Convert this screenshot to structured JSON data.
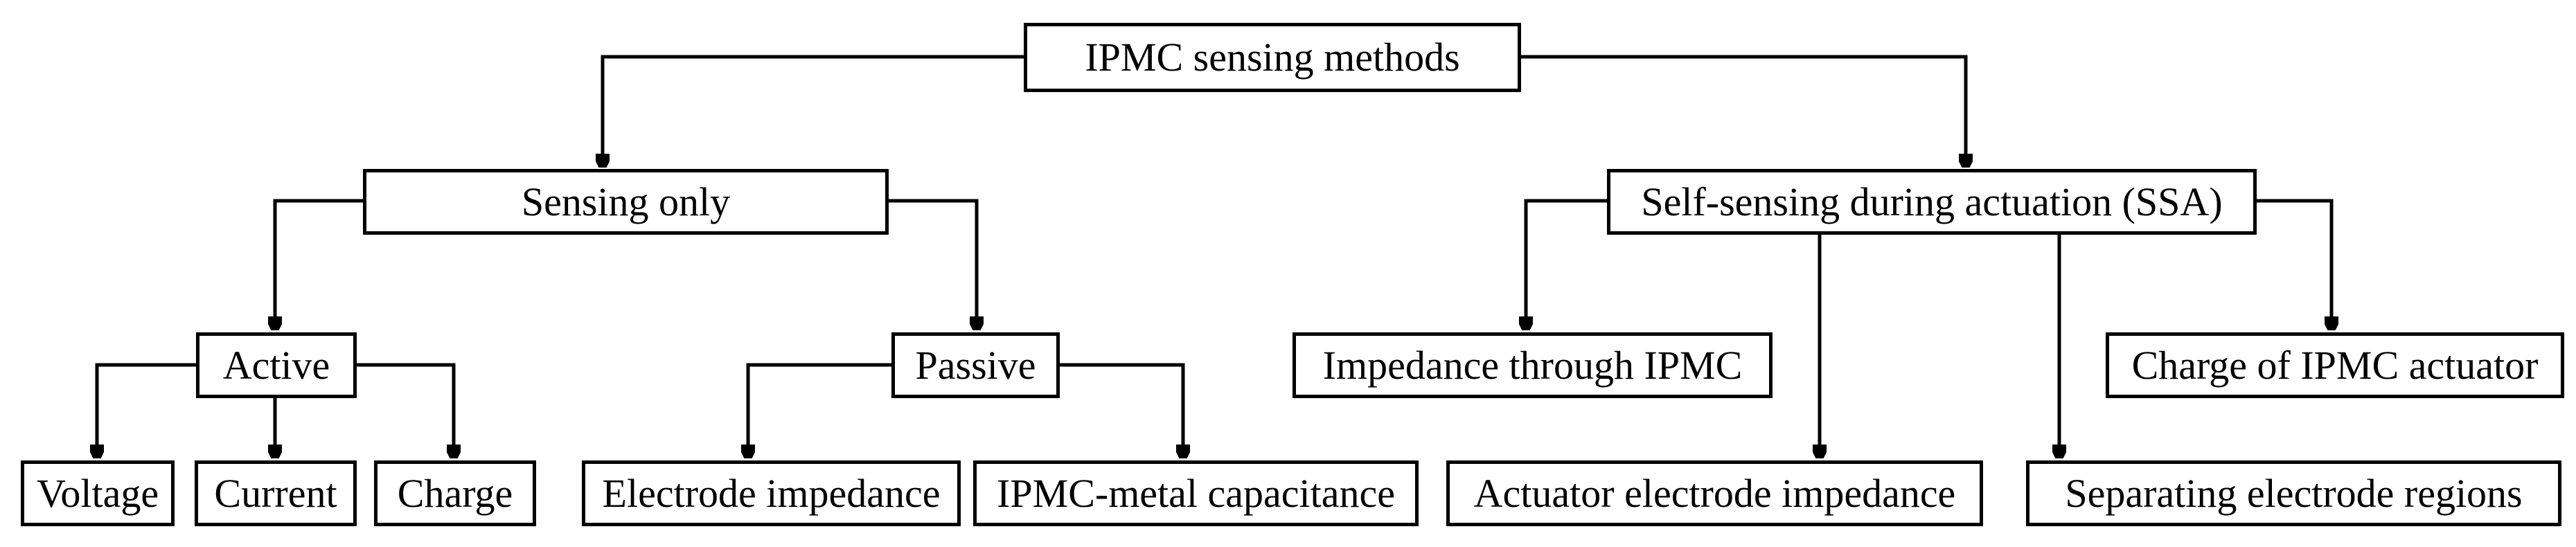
{
  "nodes": {
    "root": "IPMC sensing methods",
    "sensing_only": "Sensing only",
    "ssa": "Self-sensing during actuation (SSA)",
    "active": "Active",
    "passive": "Passive",
    "voltage": "Voltage",
    "current": "Current",
    "charge": "Charge",
    "electrode_impedance": "Electrode impedance",
    "ipmc_metal_capacitance": "IPMC-metal capacitance",
    "impedance_through_ipmc": "Impedance through IPMC",
    "actuator_electrode_impedance": "Actuator electrode impedance",
    "separating_electrode_regions": "Separating electrode regions",
    "charge_of_ipmc_actuator": "Charge of IPMC actuator"
  }
}
